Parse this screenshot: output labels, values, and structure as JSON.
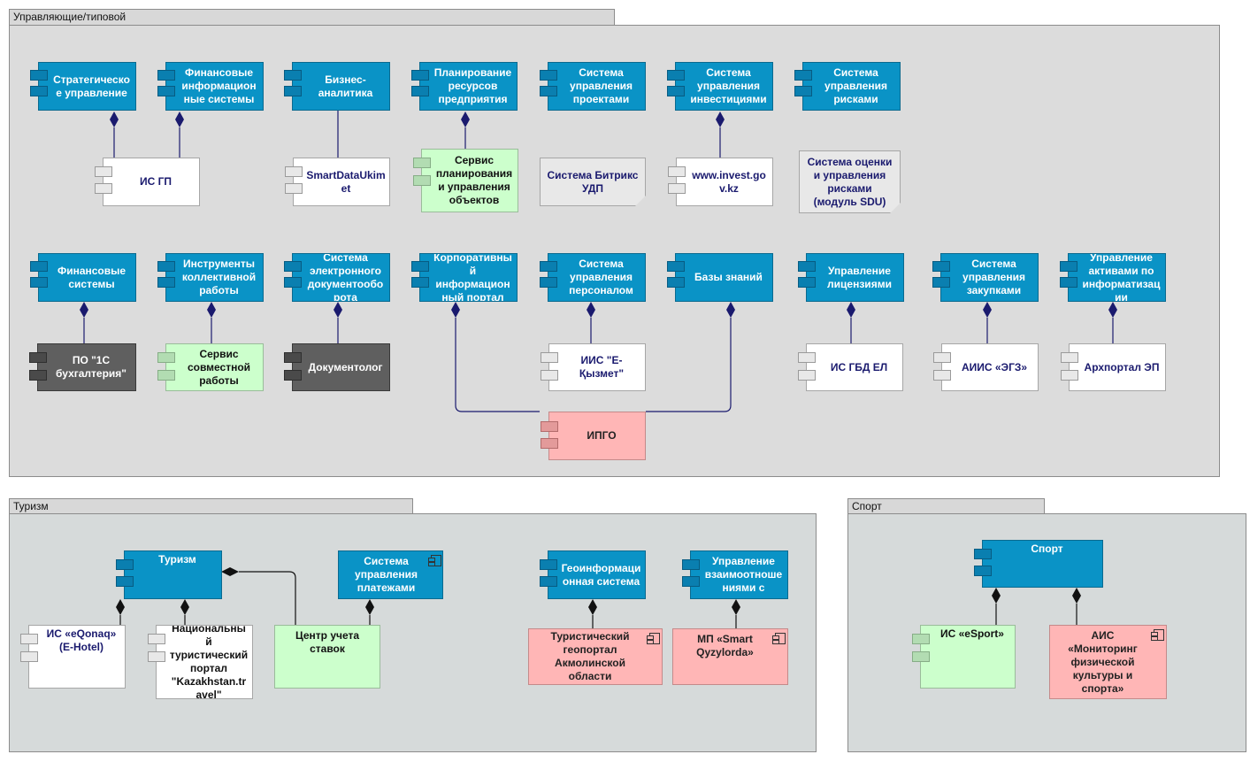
{
  "packages": {
    "management": {
      "title": "Управляющие/типовой"
    },
    "tourism": {
      "title": "Туризм"
    },
    "sport": {
      "title": "Спорт"
    }
  },
  "components": {
    "strat": "Стратегическое управление",
    "finis": "Финансовые информационные системы",
    "bi": "Бизнес-аналитика",
    "erp": "Планирование ресурсов предприятия",
    "pm": "Система управления проектами",
    "invest": "Система управления инвестициями",
    "risk": "Система управления рисками",
    "isgp": "ИС ГП",
    "sdu": "SmartDataUkimet",
    "plansvc": "Сервис планирования и управления объектов",
    "bitrix": "Система Битрикс УДП",
    "investgov": "www.invest.gov.kz",
    "risksdu": "Система оценки и управления рисками (модуль SDU)",
    "finsys": "Финансовые системы",
    "collab": "Инструменты коллективной работы",
    "edo": "Система электронного документооборота",
    "portal": "Корпоративный информационный портал",
    "hr": "Система управления персоналом",
    "kb": "Базы знаний",
    "lic": "Управление лицензиями",
    "proc": "Система управления закупками",
    "assets": "Управление активами по информатизации",
    "c1": "ПО \"1С бухгалтерия\"",
    "collabsvc": "Сервис совместной работы",
    "doclog": "Документолог",
    "ekyzmet": "ИИС \"Е-Қызмет\"",
    "gbdel": "ИС ГБД ЕЛ",
    "aiis": "АИИС «ЭГЗ»",
    "arch": "Архпортал ЭП",
    "ipgo": "ИПГО",
    "tourism": "Туризм",
    "payments": "Система управления платежами",
    "geo": "Геоинформационная система",
    "relations": "Управление взаимоотношениями с",
    "eqonaq": "ИС «eQonaq» (E-Hotel)",
    "kaz": "Национальный туристический портал \"Kazakhstan.travel\"",
    "rates": "Центр учета ставок",
    "geoportal": "Туристический геопортал Акмолинской области",
    "smartq": "МП «Smart Qyzylorda»",
    "sport": "Спорт",
    "esport": "ИС «eSport»",
    "aismon": "АИС «Мониторинг физической культуры и спорта»"
  },
  "colors": {
    "primary": "#0a93c6",
    "service_green": "#ccffcc",
    "legacy_dark": "#5f5f5f",
    "external_pink": "#ffb6b6",
    "system_white": "#ffffff",
    "connector": "#1a1a6e"
  }
}
